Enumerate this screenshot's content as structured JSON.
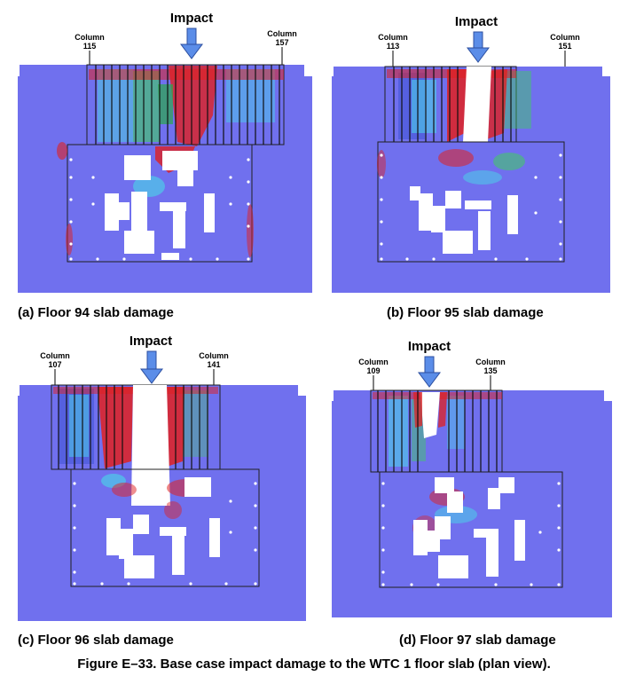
{
  "panels": [
    {
      "id": "a",
      "impact_label": "Impact",
      "column_left": {
        "word": "Column",
        "number": "115"
      },
      "column_right": {
        "word": "Column",
        "number": "157"
      },
      "caption": "(a) Floor 94 slab damage"
    },
    {
      "id": "b",
      "impact_label": "Impact",
      "column_left": {
        "word": "Column",
        "number": "113"
      },
      "column_right": {
        "word": "Column",
        "number": "151"
      },
      "caption": "(b) Floor 95 slab damage"
    },
    {
      "id": "c",
      "impact_label": "Impact",
      "column_left": {
        "word": "Column",
        "number": "107"
      },
      "column_right": {
        "word": "Column",
        "number": "141"
      },
      "caption": "(c) Floor 96 slab damage"
    },
    {
      "id": "d",
      "impact_label": "Impact",
      "column_left": {
        "word": "Column",
        "number": "109"
      },
      "column_right": {
        "word": "Column",
        "number": "135"
      },
      "caption": "(d) Floor 97 slab damage"
    }
  ],
  "figure_caption": "Figure E–33.  Base case impact damage to the WTC 1 floor slab (plan view).",
  "colors": {
    "slab": "#7070ee",
    "arrow": "#5b8de8",
    "damage_red": "#e02020",
    "damage_green": "#3fcf5f",
    "damage_cyan": "#48d8e8",
    "outline": "#202020"
  }
}
